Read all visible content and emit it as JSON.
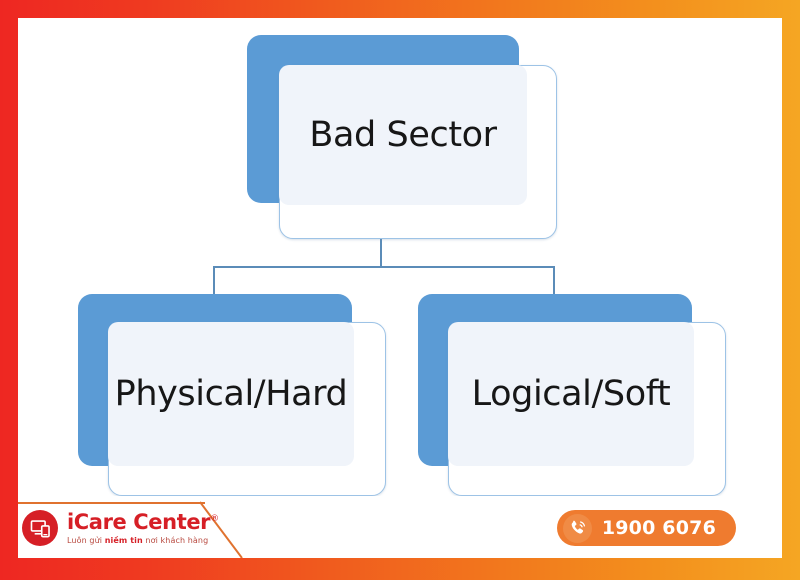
{
  "frame": {
    "gradient_start": "#ee2722",
    "gradient_end": "#f5a623"
  },
  "chart_data": {
    "type": "diagram",
    "subtype": "org-chart",
    "title": "Bad Sector",
    "nodes": [
      {
        "id": "root",
        "label": "Bad Sector",
        "level": 0,
        "parent": null
      },
      {
        "id": "physical",
        "label": "Physical/Hard",
        "level": 1,
        "parent": "root"
      },
      {
        "id": "logical",
        "label": "Logical/Soft",
        "level": 1,
        "parent": "root"
      }
    ],
    "edges": [
      {
        "from": "root",
        "to": "physical"
      },
      {
        "from": "root",
        "to": "logical"
      }
    ],
    "colors": {
      "node_shadow_fill": "#5b9bd5",
      "node_card_fill": "#ffffff",
      "node_card_border": "#9dc3e6",
      "node_plate_fill": "#f0f4fa",
      "node_text": "#171717",
      "connector": "#5b8cb8"
    }
  },
  "diagram": {
    "root": {
      "label": "Bad Sector"
    },
    "children": [
      {
        "label": "Physical/Hard"
      },
      {
        "label": "Logical/Soft"
      }
    ]
  },
  "footer": {
    "brand": {
      "name": "iCare Center",
      "registered_mark": "®",
      "tagline_prefix": "Luôn gửi ",
      "tagline_bold": "niềm tin",
      "tagline_suffix": " nơi khách hàng",
      "mark_icon": "monitor-device-icon",
      "color": "#d61f26"
    },
    "hotline": {
      "number": "1900 6076",
      "icon": "phone-ring-icon",
      "pill_color": "#ef7b2f"
    }
  }
}
